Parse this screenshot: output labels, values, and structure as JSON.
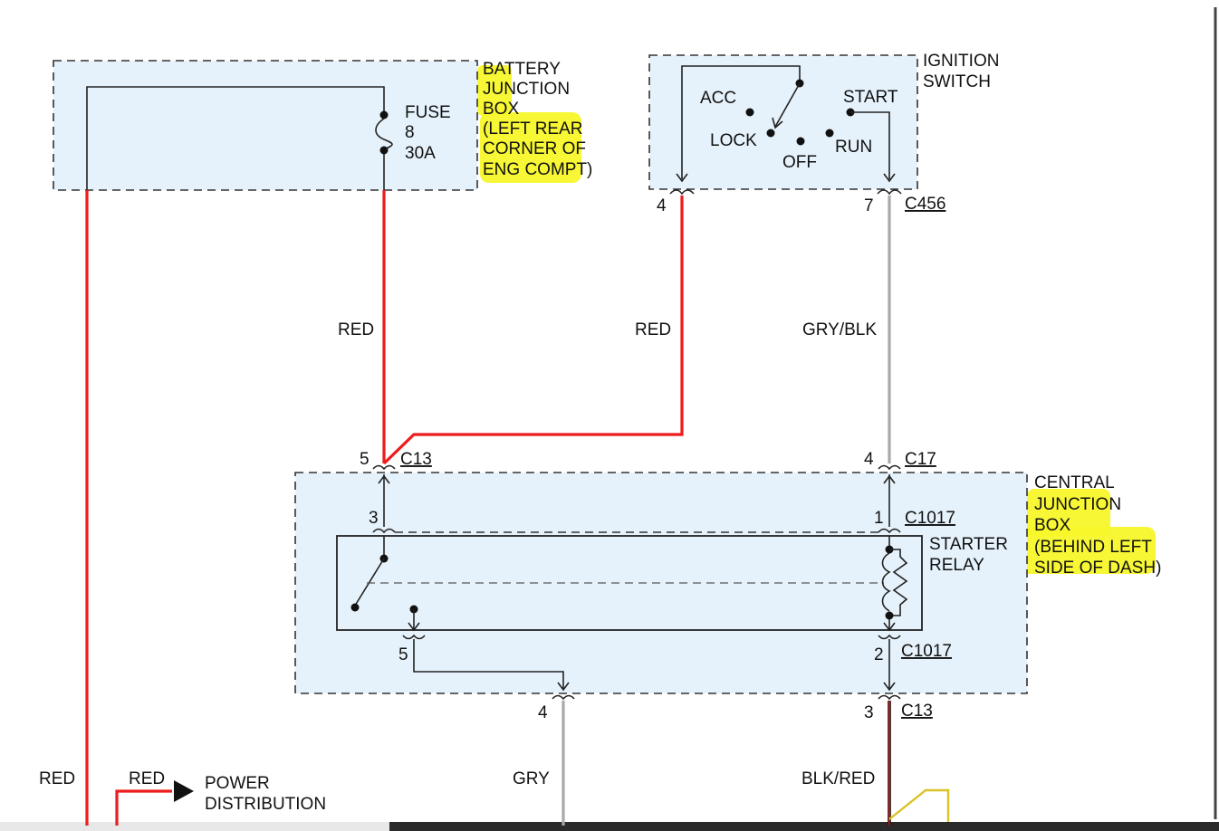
{
  "battery_junction_box": {
    "label_lines": [
      "BATTERY",
      "JUNCTION",
      "BOX",
      "(LEFT REAR",
      "CORNER OF",
      "ENG COMPT)"
    ],
    "fuse_lines": [
      "FUSE",
      "8",
      "30A"
    ]
  },
  "ignition_switch": {
    "label_lines": [
      "IGNITION",
      "SWITCH"
    ],
    "positions": {
      "acc": "ACC",
      "lock": "LOCK",
      "off": "OFF",
      "run": "RUN",
      "start": "START"
    },
    "connector": "C456",
    "pin_left": "4",
    "pin_right": "7"
  },
  "wires": {
    "fuse_out": "RED",
    "ignition_out": "RED",
    "start_out": "GRY/BLK",
    "left_main": "RED",
    "power_dist_wire": "RED",
    "relay_out": "GRY",
    "ground": "BLK/RED"
  },
  "power_distribution": {
    "label_lines": [
      "POWER",
      "DISTRIBUTION"
    ]
  },
  "connectors": {
    "c13_top": {
      "pin": "5",
      "name": "C13"
    },
    "c17": {
      "pin": "4",
      "name": "C17"
    },
    "c1017_top_left": {
      "pin": "3"
    },
    "c1017_top_right": {
      "pin": "1",
      "name": "C1017"
    },
    "c1017_bot_left": {
      "pin": "5"
    },
    "c1017_bot_right": {
      "pin": "2",
      "name": "C1017"
    },
    "c13_bot_left": {
      "pin": "4"
    },
    "c13_bot_right": {
      "pin": "3",
      "name": "C13"
    }
  },
  "central_junction_box": {
    "label_lines": [
      "CENTRAL",
      "JUNCTION",
      "BOX",
      "(BEHIND LEFT",
      "SIDE OF DASH)"
    ],
    "relay_lines": [
      "STARTER",
      "RELAY"
    ]
  },
  "colors": {
    "red_wire": "#ee1c1c",
    "gray_wire": "#a9a9a9",
    "highlight": "#f7f72a",
    "box_fill": "#e6f2fb"
  }
}
